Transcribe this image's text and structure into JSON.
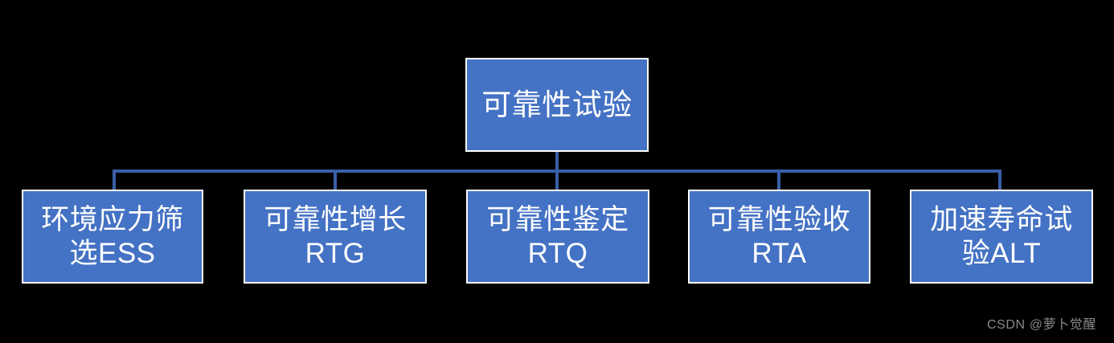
{
  "diagram": {
    "type": "hierarchy-tree",
    "orientation": "top-down",
    "levels": 2,
    "colors": {
      "background": "#000000",
      "node_fill": "#4472C4",
      "node_border": "#FFFFFF",
      "node_text": "#FFFFFF",
      "connector": "#3A5FA8",
      "watermark_text": "#8A8A8A"
    },
    "root": {
      "label": "可靠性试验",
      "name": "reliability-test"
    },
    "children": [
      {
        "label": "环境应力筛\n选ESS",
        "name": "environmental-stress-screening",
        "abbr": "ESS"
      },
      {
        "label": "可靠性增长\nRTG",
        "name": "reliability-growth-test",
        "abbr": "RTG"
      },
      {
        "label": "可靠性鉴定\nRTQ",
        "name": "reliability-qualification-test",
        "abbr": "RTQ"
      },
      {
        "label": "可靠性验收\nRTA",
        "name": "reliability-acceptance-test",
        "abbr": "RTA"
      },
      {
        "label": "加速寿命试\n验ALT",
        "name": "accelerated-life-test",
        "abbr": "ALT"
      }
    ]
  },
  "watermark": {
    "text": "CSDN @萝卜觉醒"
  }
}
